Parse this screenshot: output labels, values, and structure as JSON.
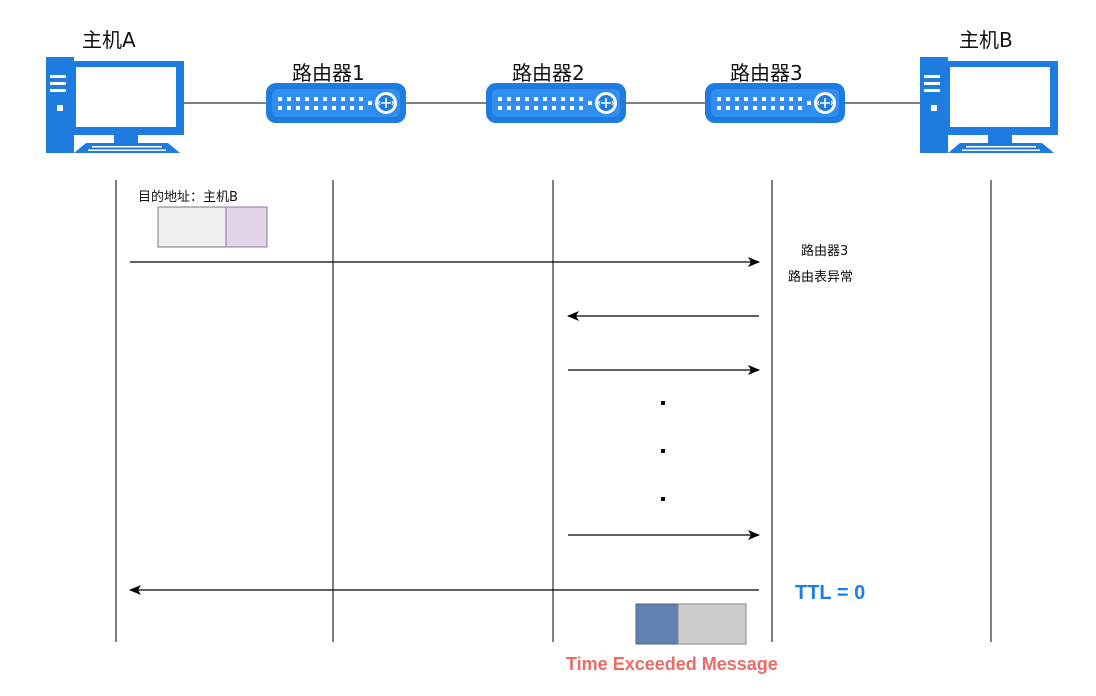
{
  "nodes": {
    "host_a": "主机A",
    "router1": "路由器1",
    "router2": "路由器2",
    "router3": "路由器3",
    "host_b": "主机B"
  },
  "packet_label": "目的地址：主机B",
  "router3_note": {
    "line1": "路由器3",
    "line2": "路由表异常"
  },
  "ttl_label": "TTL = 0",
  "time_exceeded_label": "Time Exceeded Message",
  "colors": {
    "device_blue": "#1e7be0",
    "ttl_blue": "#1a7fe5",
    "message_red": "#ea6b66",
    "packet_gray": "#efefef",
    "packet_purple": "#e1d5e7",
    "msg_blue": "#6380b2",
    "msg_gray": "#cccccc"
  },
  "icons": {
    "host_a": "desktop-computer-icon",
    "router1": "router-icon",
    "router2": "router-icon",
    "router3": "router-icon",
    "host_b": "desktop-computer-icon"
  }
}
